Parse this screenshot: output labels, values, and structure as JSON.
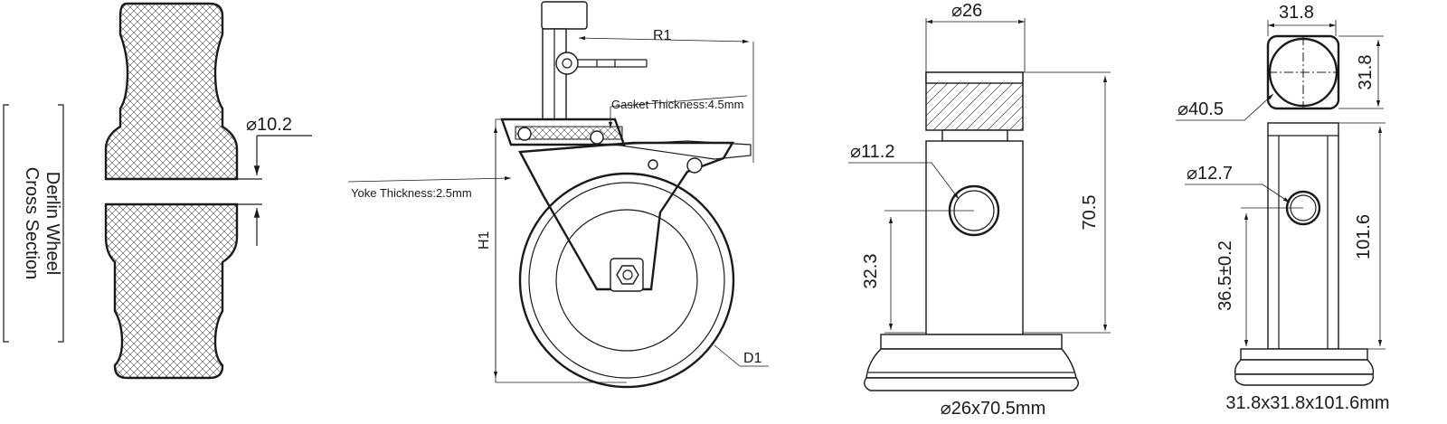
{
  "wheel_section": {
    "caption_line1": "Derlin Wheel",
    "caption_line2": "Cross Section",
    "dim_diameter": "⌀10.2"
  },
  "caster": {
    "r1": "R1",
    "gasket": "Gasket Thickness:4.5mm",
    "yoke": "Yoke Thickness:2.5mm",
    "h1": "H1",
    "d1": "D1"
  },
  "round_stem": {
    "dim_top": "⌀26",
    "dim_hole": "⌀11.2",
    "dim_height": "70.5",
    "dim_hole_height": "32.3",
    "caption": "⌀26x70.5mm"
  },
  "square_stem": {
    "dim_width": "31.8",
    "dim_depth": "31.8",
    "dim_diag": "⌀40.5",
    "dim_hole": "⌀12.7",
    "dim_hole_height": "36.5±0.2",
    "dim_height": "101.6",
    "caption": "31.8x31.8x101.6mm"
  },
  "colors": {
    "ink": "#1a1a1a",
    "background": "#ffffff"
  }
}
